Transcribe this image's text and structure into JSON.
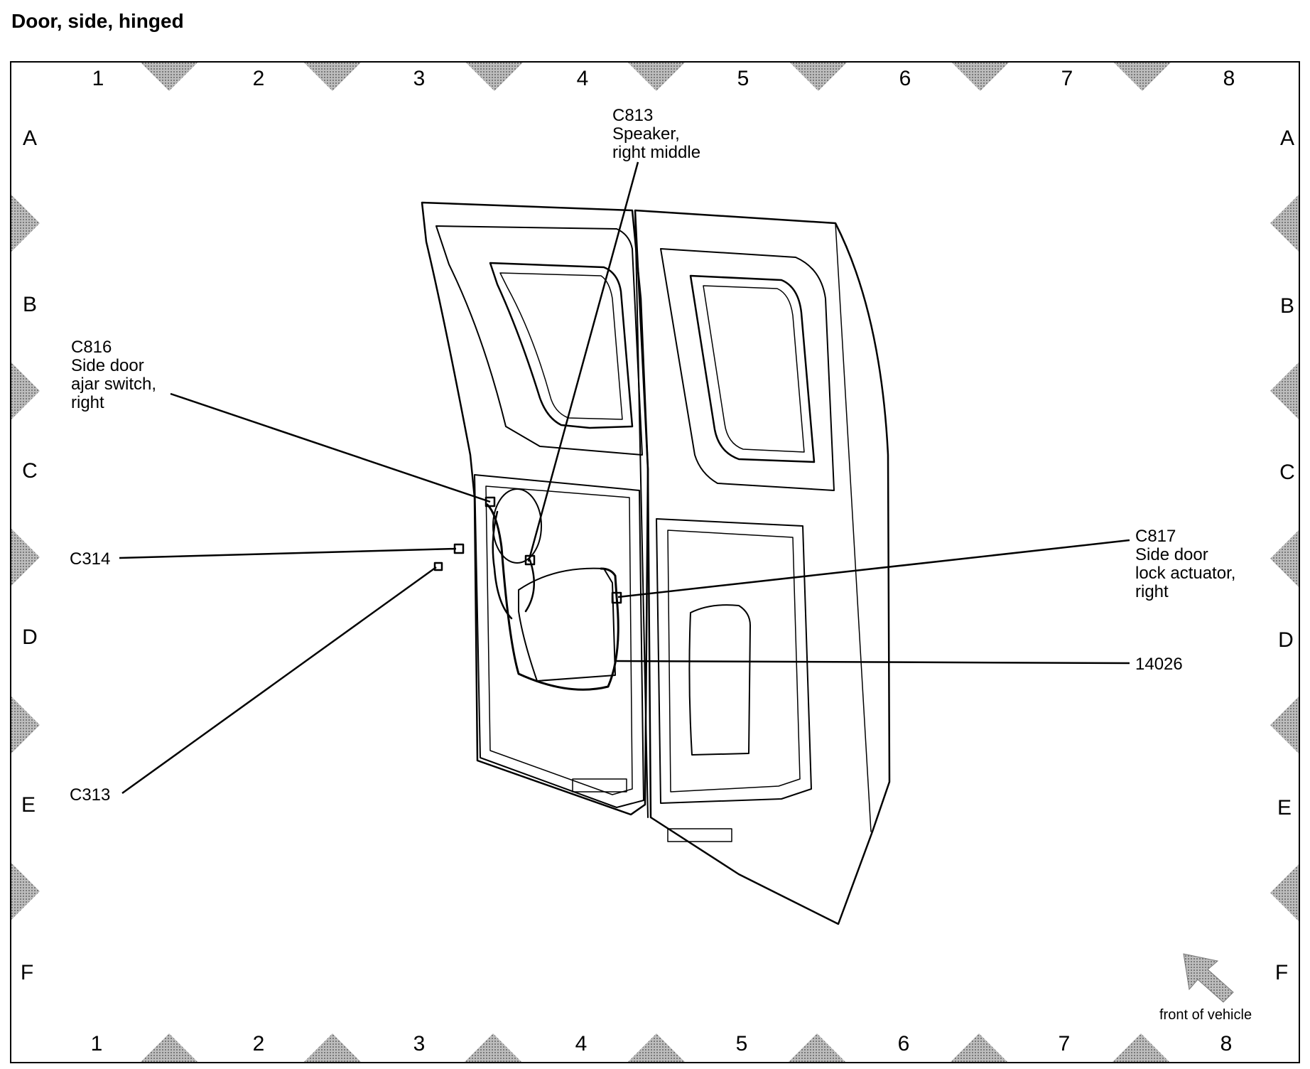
{
  "title": "Door, side, hinged",
  "grid": {
    "columns": [
      "1",
      "2",
      "3",
      "4",
      "5",
      "6",
      "7",
      "8"
    ],
    "rows": [
      "A",
      "B",
      "C",
      "D",
      "E",
      "F"
    ]
  },
  "callouts": [
    {
      "id": "c813",
      "lines": [
        "C813",
        "Speaker,",
        "right middle"
      ]
    },
    {
      "id": "c816",
      "lines": [
        "C816",
        "Side door",
        "ajar switch,",
        "right"
      ]
    },
    {
      "id": "c314",
      "lines": [
        "C314"
      ]
    },
    {
      "id": "c313",
      "lines": [
        "C313"
      ]
    },
    {
      "id": "c817",
      "lines": [
        "C817",
        "Side door",
        "lock actuator,",
        "right"
      ]
    },
    {
      "id": "p14026",
      "lines": [
        "14026"
      ]
    }
  ],
  "orientation_label": "front of vehicle",
  "colors": {
    "ink": "#000000",
    "marker": "#9a9a9a",
    "paper": "#ffffff"
  }
}
